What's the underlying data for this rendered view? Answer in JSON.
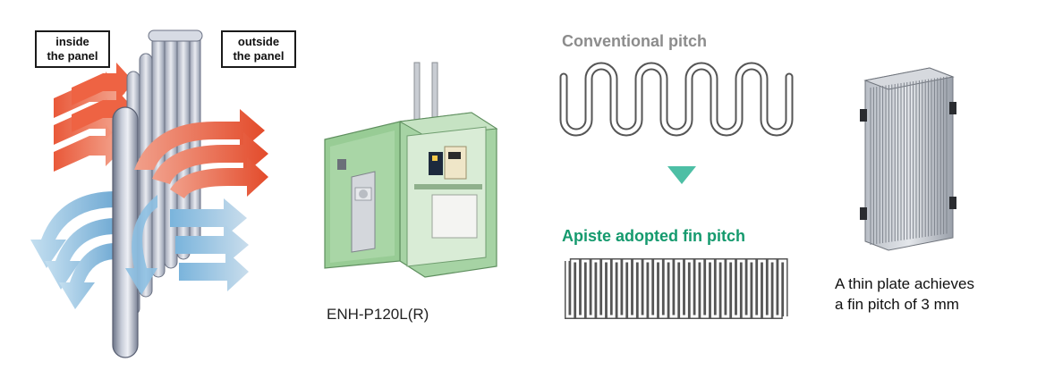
{
  "heat_flow": {
    "inside_label": [
      "inside",
      "the panel"
    ],
    "outside_label": [
      "outside",
      "the panel"
    ]
  },
  "cabinet": {
    "model_caption": "ENH-P120L(R)"
  },
  "pitch_comparison": {
    "conventional_title": "Conventional pitch",
    "apiste_title": "Apiste adopted fin pitch"
  },
  "heat_exchanger": {
    "description": [
      "A thin plate achieves",
      "a fin pitch of 3 mm"
    ]
  },
  "colors": {
    "warm_arrow": "#e8502f",
    "cool_arrow": "#7fb8dc",
    "apiste_green": "#159a6e",
    "conventional_gray": "#8c8c8c",
    "down_arrow": "#4dbfa5",
    "cabinet_green": "#a6d3a4"
  }
}
